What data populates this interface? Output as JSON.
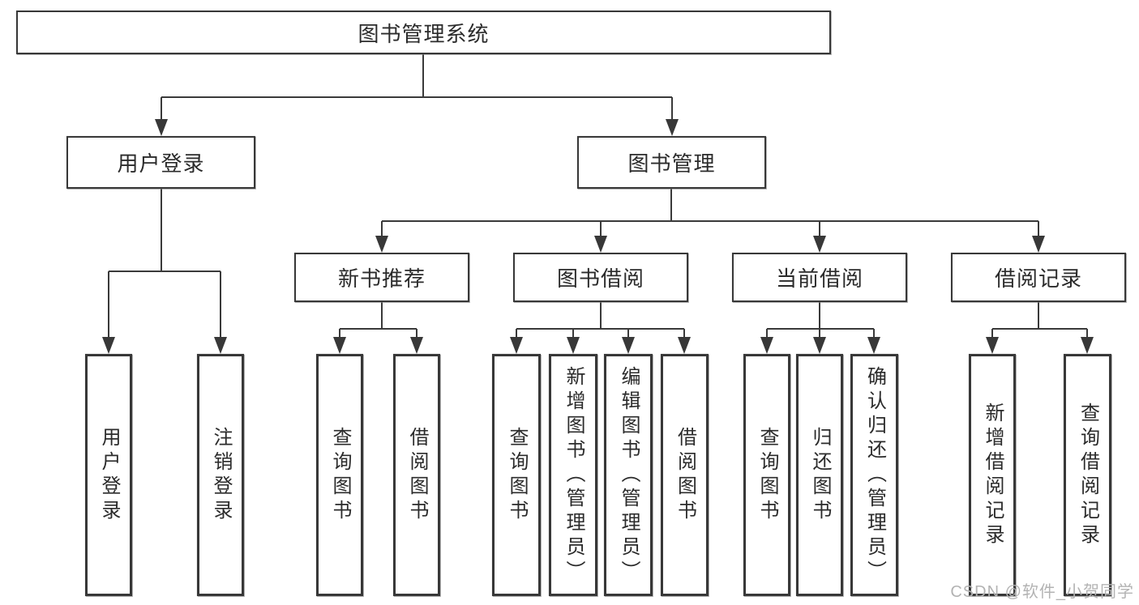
{
  "title": "图书管理系统",
  "level2": {
    "user_login": {
      "label": "用户登录",
      "leaves": [
        "用户登录",
        "注销登录"
      ]
    },
    "book_mgmt": {
      "label": "图书管理"
    }
  },
  "level3": {
    "new_books": {
      "label": "新书推荐",
      "leaves": [
        "查询图书",
        "借阅图书"
      ]
    },
    "borrowing": {
      "label": "图书借阅",
      "leaves": [
        "查询图书",
        "新增图书（管理员）",
        "编辑图书（管理员）",
        "借阅图书"
      ]
    },
    "current": {
      "label": "当前借阅",
      "leaves": [
        "查询图书",
        "归还图书",
        "确认归还（管理员）"
      ]
    },
    "records": {
      "label": "借阅记录",
      "leaves": [
        "新增借阅记录",
        "查询借阅记录"
      ]
    }
  },
  "watermark": "CSDN @软件_小贺同学",
  "colors": {
    "line": "#3a3a3a",
    "box_border": "#383838",
    "box_fill": "#ffffff",
    "text": "#2b2b2b",
    "watermark": "#b3b3b3"
  }
}
